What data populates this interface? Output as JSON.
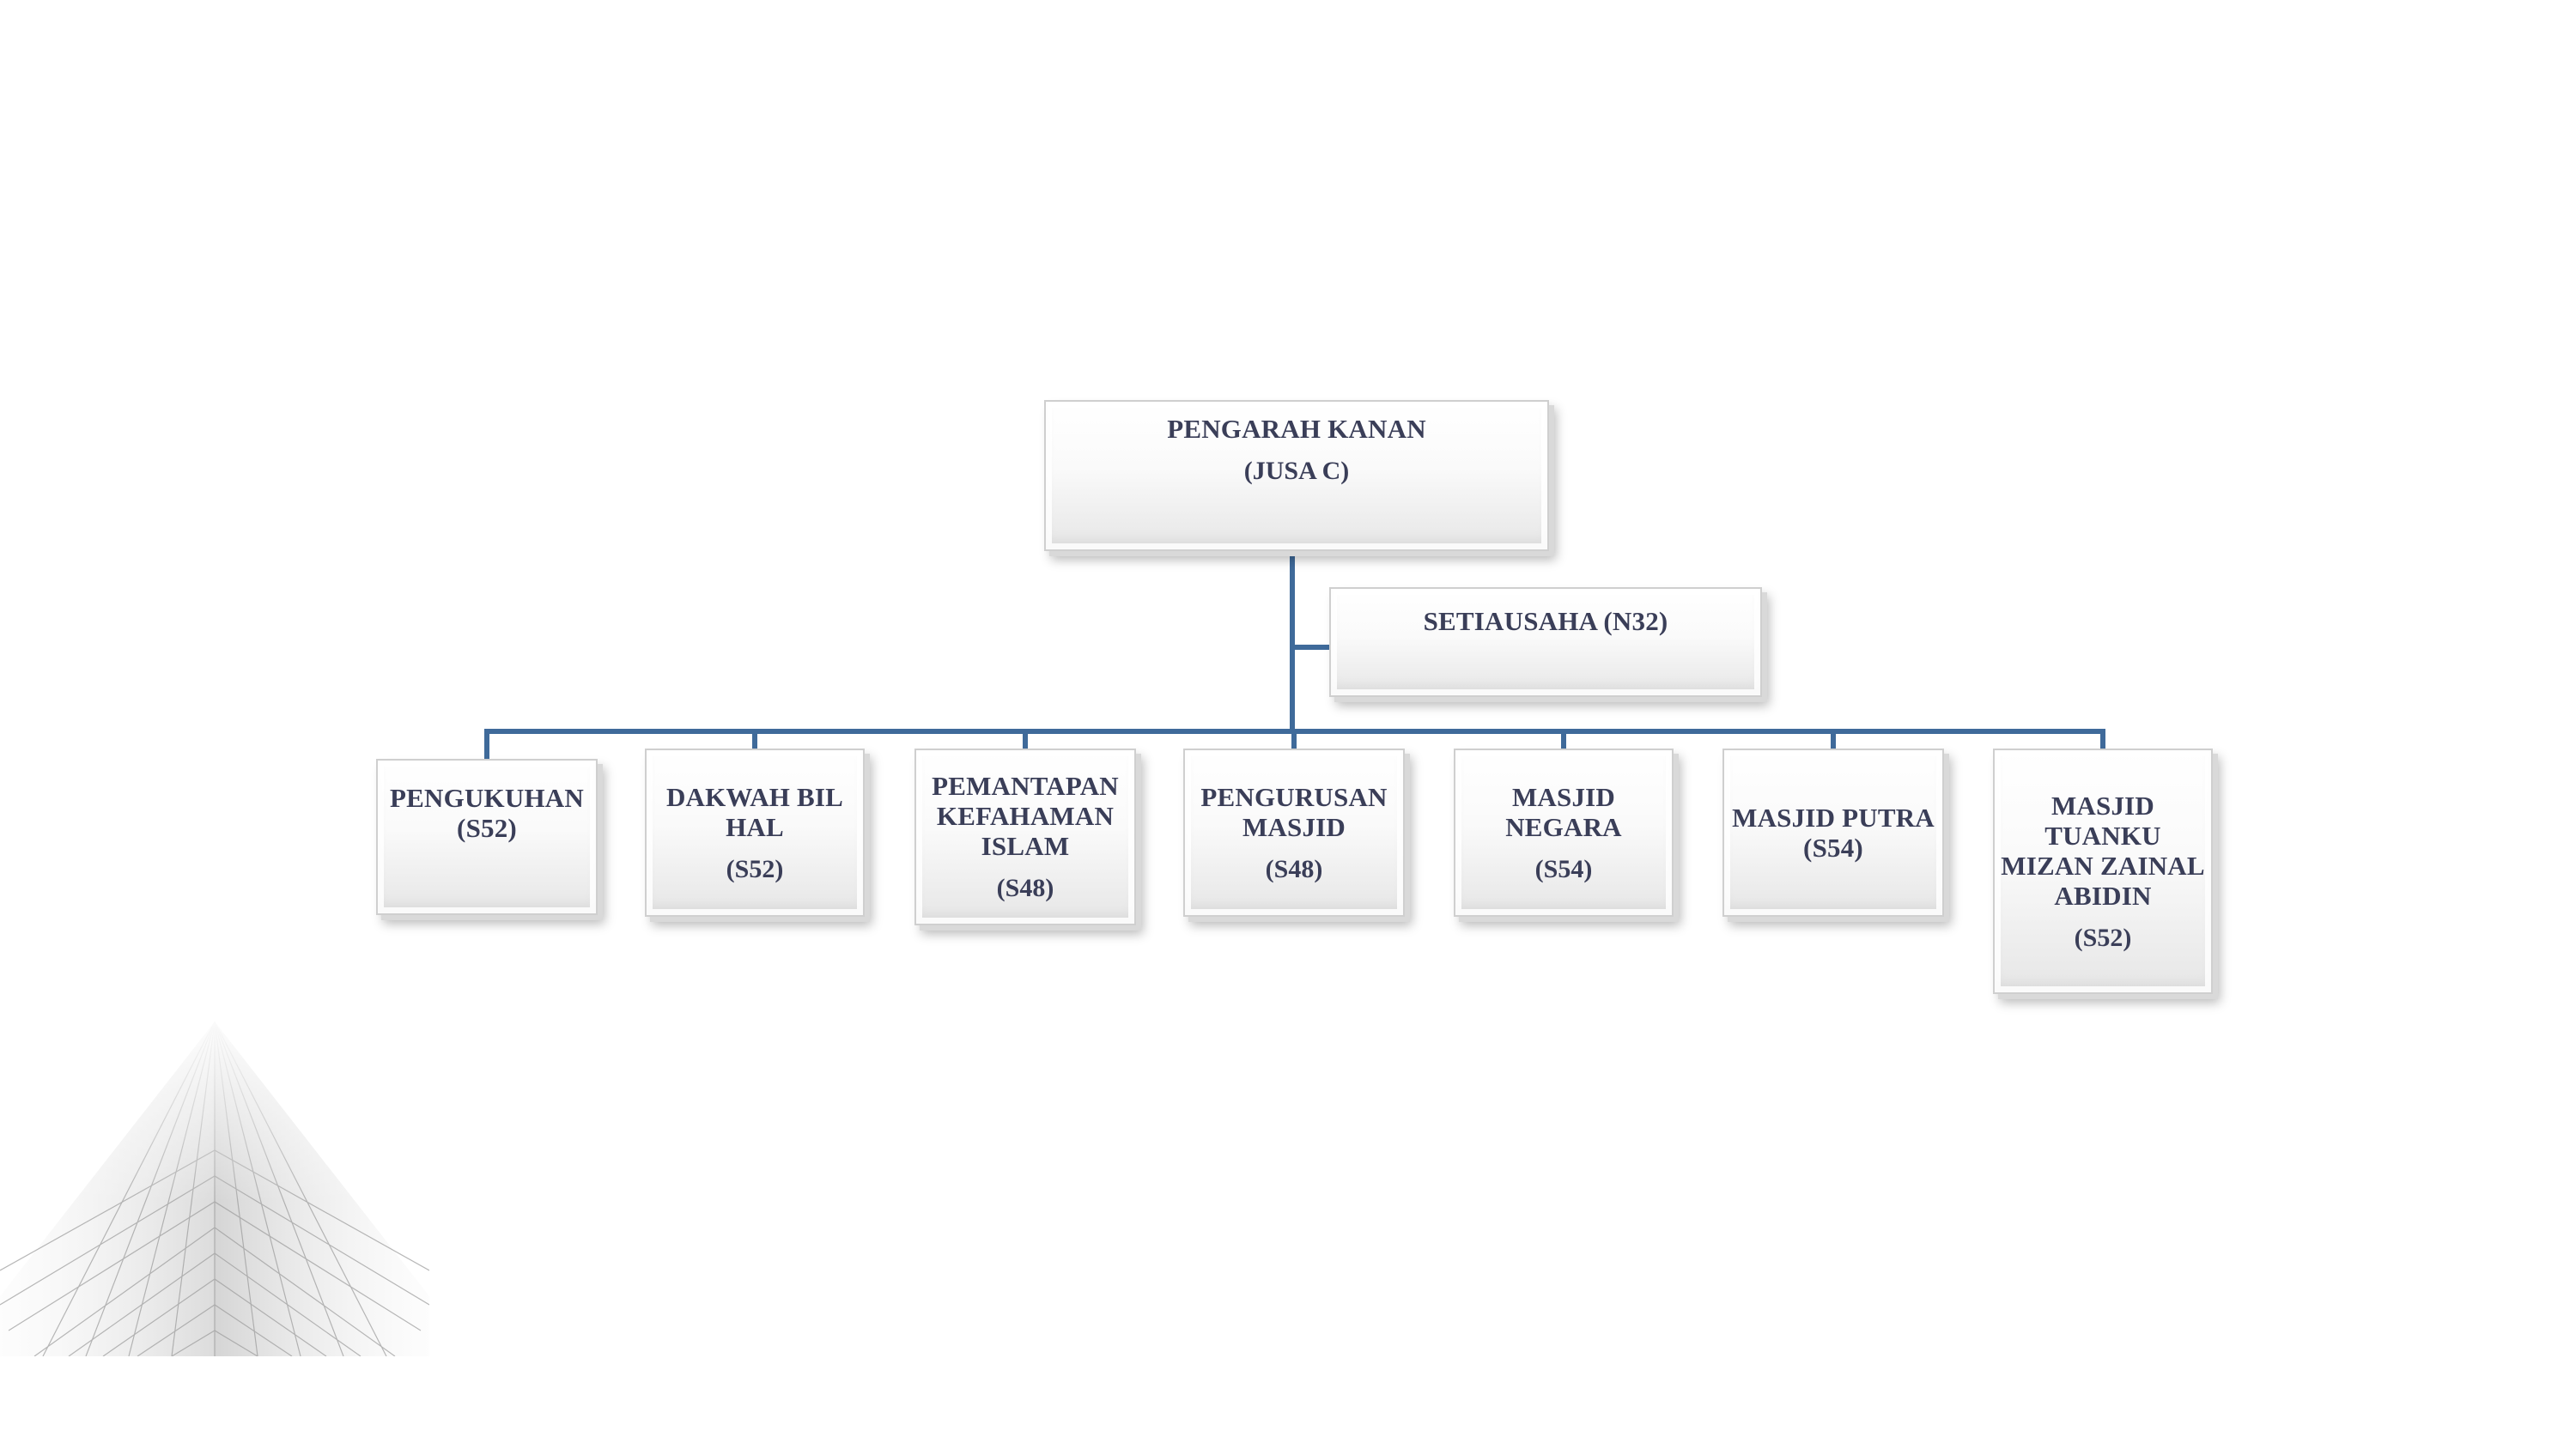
{
  "colors": {
    "connector": "#3f6a9a",
    "box_text": "#3a3e58",
    "box_border": "#cfcfcf"
  },
  "org_chart": {
    "root": {
      "lines": [
        "PENGARAH KANAN"
      ],
      "code": "(JUSA C)"
    },
    "secretary": {
      "lines": [
        "SETIAUSAHA (N32)"
      ]
    },
    "divisions": [
      {
        "lines": [
          "PENGUKUHAN",
          "(S52)"
        ]
      },
      {
        "lines": [
          "DAKWAH BIL",
          "HAL"
        ],
        "code": "(S52)"
      },
      {
        "lines": [
          "PEMANTAPAN",
          "KEFAHAMAN",
          "ISLAM"
        ],
        "code": "(S48)"
      },
      {
        "lines": [
          "PENGURUSAN",
          "MASJID"
        ],
        "code": "(S48)"
      },
      {
        "lines": [
          "MASJID",
          "NEGARA"
        ],
        "code": "(S54)"
      },
      {
        "lines": [
          "MASJID PUTRA",
          "(S54)"
        ]
      },
      {
        "lines": [
          "MASJID",
          "TUANKU",
          "MIZAN ZAINAL",
          "ABIDIN"
        ],
        "code": "(S52)"
      }
    ]
  }
}
